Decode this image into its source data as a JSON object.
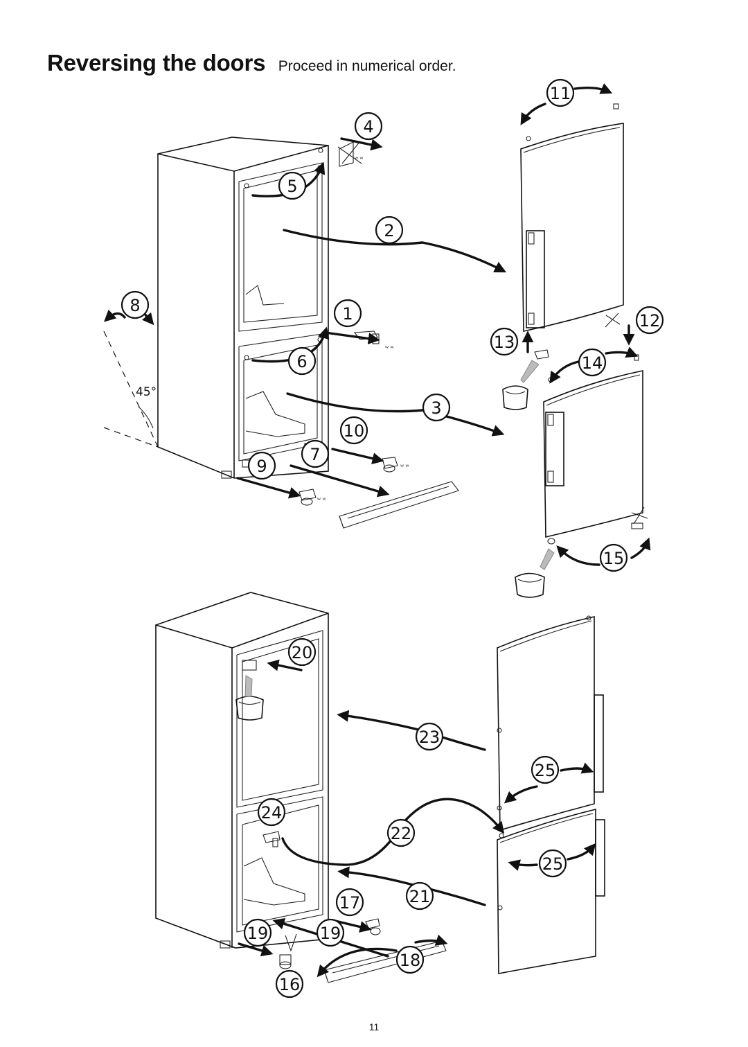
{
  "title": {
    "main": "Reversing the doors",
    "sub": "Proceed in numerical order."
  },
  "angle_label": "45°",
  "step_numbers": [
    "1",
    "2",
    "3",
    "4",
    "5",
    "6",
    "7",
    "8",
    "9",
    "10",
    "11",
    "12",
    "13",
    "14",
    "15",
    "16",
    "17",
    "18",
    "19",
    "19",
    "20",
    "21",
    "22",
    "23",
    "24",
    "25",
    "25"
  ],
  "page_number": "11"
}
